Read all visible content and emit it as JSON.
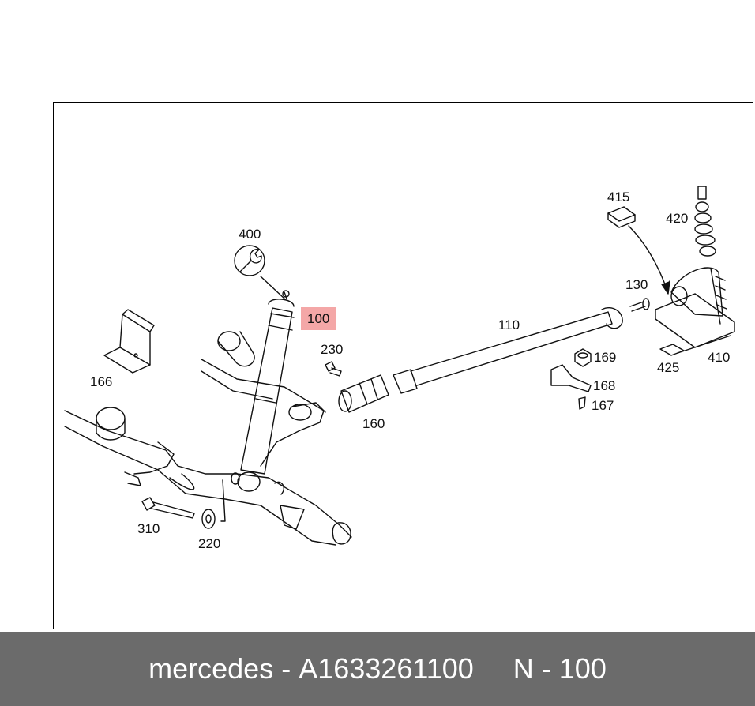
{
  "callouts": [
    {
      "id": "c400",
      "text": "400"
    },
    {
      "id": "c100",
      "text": "100",
      "highlight": true
    },
    {
      "id": "c230",
      "text": "230"
    },
    {
      "id": "c166",
      "text": "166"
    },
    {
      "id": "c160",
      "text": "160"
    },
    {
      "id": "c110",
      "text": "110"
    },
    {
      "id": "c415",
      "text": "415"
    },
    {
      "id": "c420",
      "text": "420"
    },
    {
      "id": "c130",
      "text": "130"
    },
    {
      "id": "c169",
      "text": "169"
    },
    {
      "id": "c168",
      "text": "168"
    },
    {
      "id": "c167",
      "text": "167"
    },
    {
      "id": "c425",
      "text": "425"
    },
    {
      "id": "c410",
      "text": "410"
    },
    {
      "id": "c310",
      "text": "310"
    },
    {
      "id": "c220",
      "text": "220"
    }
  ],
  "footer": {
    "brand": "mercedes",
    "part_number": "A1633261100",
    "position": "N - 100"
  },
  "colors": {
    "highlight": "#f4a7a7",
    "footer_bg": "#6b6b6b"
  }
}
